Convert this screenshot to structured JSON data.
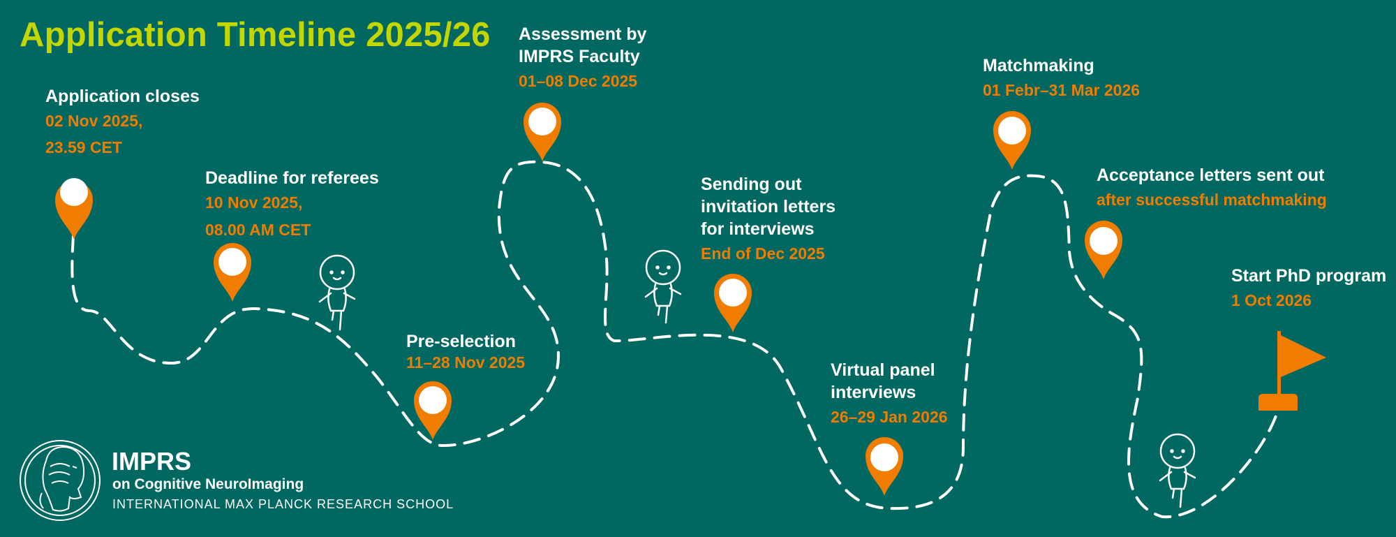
{
  "title": "Application Timeline 2025/26",
  "milestones": [
    {
      "heading": "Application closes",
      "date": "02 Nov 2025,\n23.59 CET"
    },
    {
      "heading": "Deadline for referees",
      "date": "10 Nov 2025,\n08.00 AM CET"
    },
    {
      "heading": "Pre-selection",
      "date": "11–28 Nov 2025"
    },
    {
      "heading": "Assessment by\nIMPRS Faculty",
      "date": "01–08 Dec 2025"
    },
    {
      "heading": "Sending out\ninvitation letters\nfor interviews",
      "date": "End of Dec 2025"
    },
    {
      "heading": "Virtual panel\ninterviews",
      "date": "26–29 Jan 2026"
    },
    {
      "heading": "Matchmaking",
      "date": "01 Febr–31 Mar 2026"
    },
    {
      "heading": "Acceptance letters sent out",
      "date": "after successful matchmaking"
    },
    {
      "heading": "Start PhD program",
      "date": "1 Oct 2026"
    }
  ],
  "logo": {
    "name": "IMPRS",
    "subtitle": "on Cognitive NeuroImaging",
    "school": "INTERNATIONAL MAX PLANCK RESEARCH SCHOOL"
  },
  "colors": {
    "background": "#006860",
    "title": "#c4d600",
    "accent": "#f07d00",
    "text": "#ffffff"
  }
}
